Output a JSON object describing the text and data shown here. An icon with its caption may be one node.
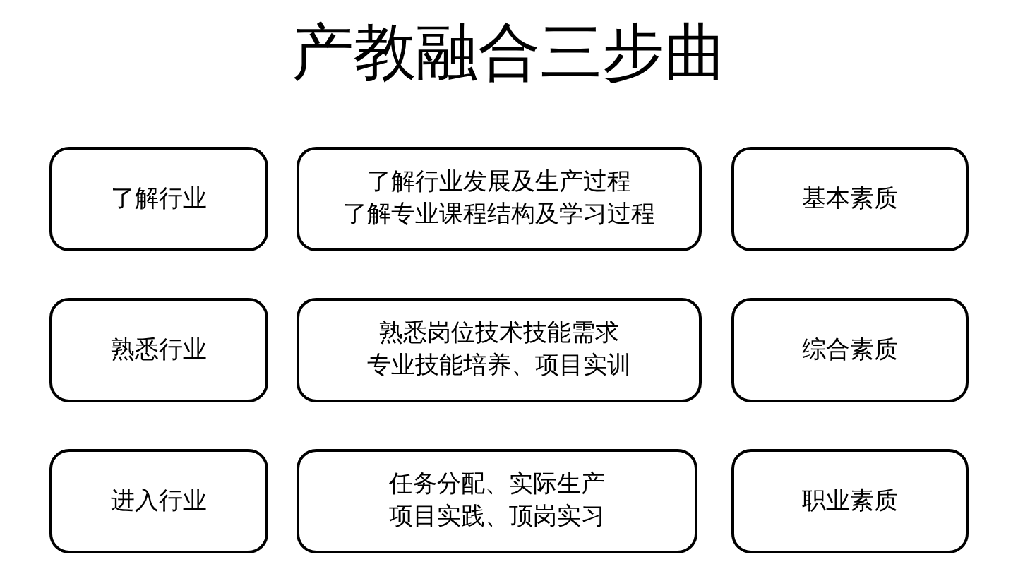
{
  "diagram": {
    "title": "产教融合三步曲",
    "nodes": [
      {
        "text": [
          "了解行业"
        ]
      },
      {
        "text": [
          "了解行业发展及生产过程",
          "了解专业课程结构及学习过程"
        ]
      },
      {
        "text": [
          "基本素质"
        ]
      },
      {
        "text": [
          "熟悉行业"
        ]
      },
      {
        "text": [
          "熟悉岗位技术技能需求",
          "专业技能培养、项目实训"
        ]
      },
      {
        "text": [
          "综合素质"
        ]
      },
      {
        "text": [
          "进入行业"
        ]
      },
      {
        "text": [
          "任务分配、实际生产",
          "项目实践、顶岗实习"
        ]
      },
      {
        "text": [
          "职业素质"
        ]
      }
    ]
  }
}
